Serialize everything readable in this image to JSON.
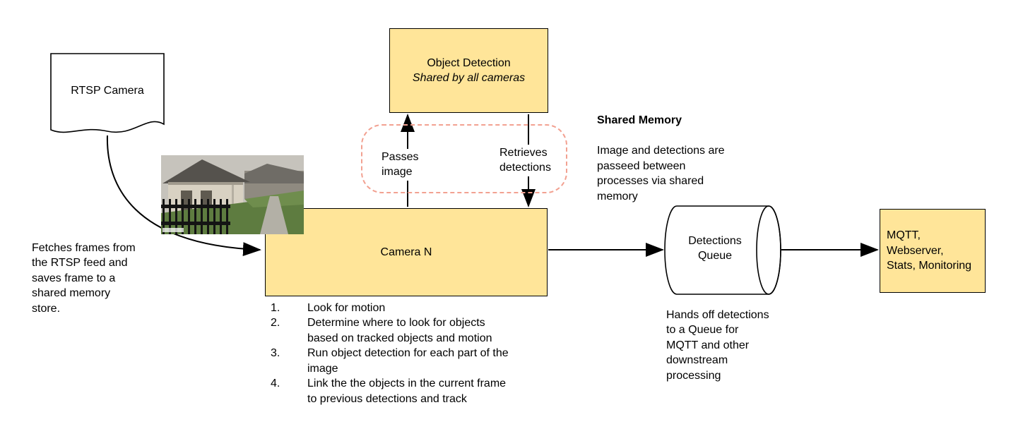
{
  "colors": {
    "box_fill": "#ffe599",
    "box_stroke": "#000000",
    "dashed_stroke": "#f2a191"
  },
  "nodes": {
    "rtsp_camera": {
      "label": "RTSP Camera"
    },
    "object_detection": {
      "title": "Object Detection",
      "subtitle": "Shared by all cameras"
    },
    "camera_n": {
      "label": "Camera N"
    },
    "detections_queue": {
      "label": "Detections\nQueue"
    },
    "output": {
      "label": "MQTT, Webserver,\nStats, Monitoring"
    }
  },
  "edge_labels": {
    "passes_image": "Passes\nimage",
    "retrieves_detections": "Retrieves\ndetections"
  },
  "notes": {
    "fetch": "Fetches frames from\nthe RTSP feed and\nsaves frame to a\nshared memory\nstore.",
    "shared_memory_title": "Shared Memory",
    "shared_memory_body": "Image and detections are\npasseed between\nprocesses via shared\nmemory",
    "queue_handoff": "Hands off detections\nto a Queue for\nMQTT and other\ndownstream\nprocessing"
  },
  "steps": [
    {
      "num": "1.",
      "text": "Look for motion"
    },
    {
      "num": "2.",
      "text": "Determine where to look for objects\nbased on tracked objects and motion"
    },
    {
      "num": "3.",
      "text": "Run object detection for each part of the\nimage"
    },
    {
      "num": "4.",
      "text": "Link the the objects in the current frame\nto previous detections and track"
    }
  ]
}
